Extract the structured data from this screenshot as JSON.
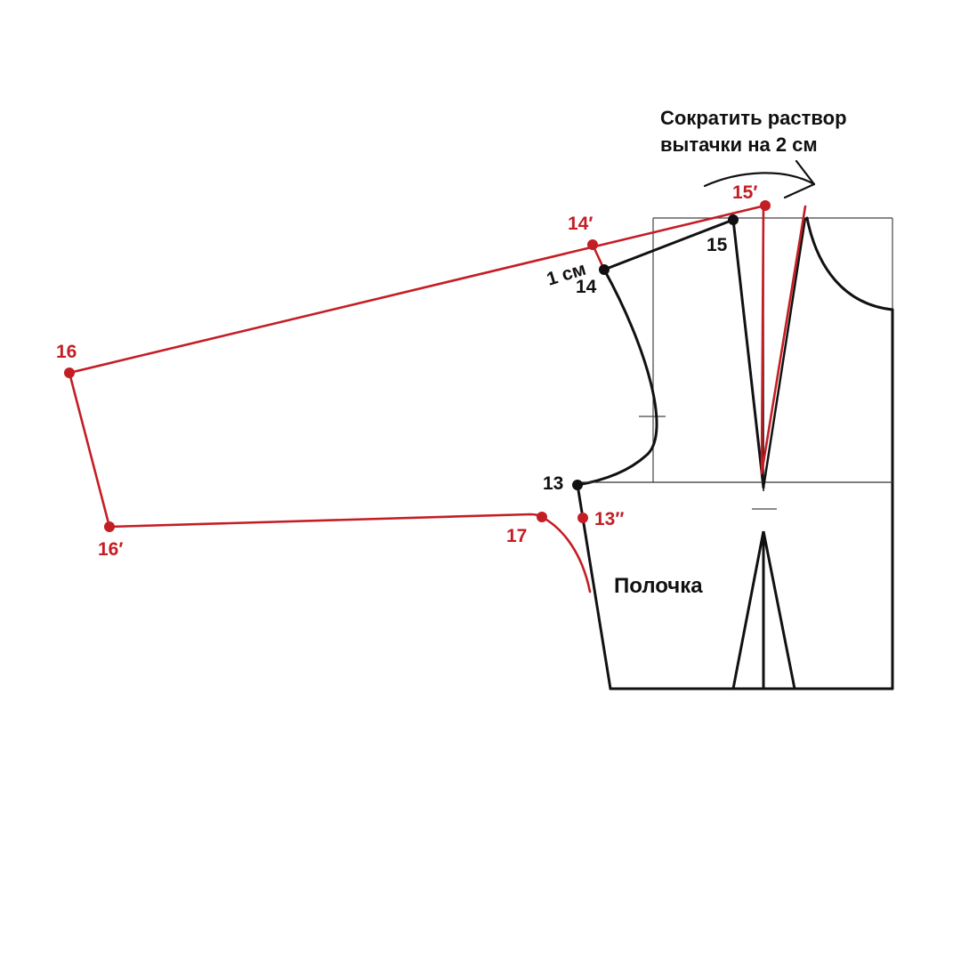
{
  "colors": {
    "black": "#111111",
    "red": "#c41e24",
    "thin_line": "#444444"
  },
  "labels": {
    "annotation_line1": "Сократить раствор",
    "annotation_line2": "вытачки на 2 см",
    "piece_name": "Полочка",
    "offset_note": "1 см",
    "p13": "13",
    "p14": "14",
    "p15": "15",
    "p14_prime": "14′",
    "p15_prime": "15′",
    "p16": "16",
    "p16_prime": "16′",
    "p17": "17",
    "p13_double_prime": "13″"
  }
}
